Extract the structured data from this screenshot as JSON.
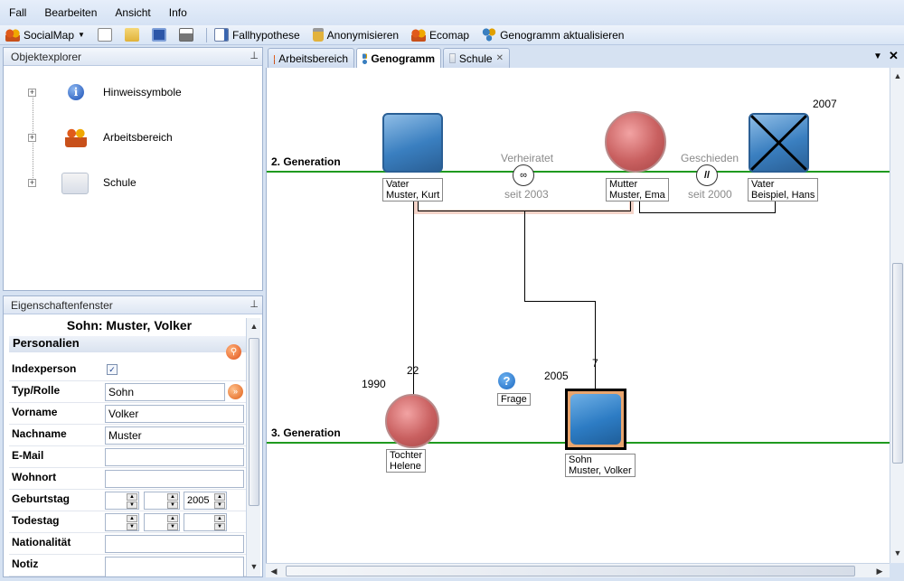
{
  "menu": [
    "Fall",
    "Bearbeiten",
    "Ansicht",
    "Info"
  ],
  "toolbar": {
    "socialmap": "SocialMap",
    "fallhypothese": "Fallhypothese",
    "anonymisieren": "Anonymisieren",
    "ecomap": "Ecomap",
    "genogramm_aktualisieren": "Genogramm aktualisieren"
  },
  "explorer": {
    "title": "Objektexplorer",
    "items": [
      {
        "label": "Hinweissymbole",
        "icon": "info-icon"
      },
      {
        "label": "Arbeitsbereich",
        "icon": "people-icon"
      },
      {
        "label": "Schule",
        "icon": "folder-icon"
      }
    ]
  },
  "props": {
    "title": "Eigenschaftenfenster",
    "heading": "Sohn: Muster, Volker",
    "section": "Personalien",
    "indexperson_label": "Indexperson",
    "typ_label": "Typ/Rolle",
    "typ_value": "Sohn",
    "vorname_label": "Vorname",
    "vorname_value": "Volker",
    "nachname_label": "Nachname",
    "nachname_value": "Muster",
    "email_label": "E-Mail",
    "wohnort_label": "Wohnort",
    "geburtstag_label": "Geburtstag",
    "geburtstag_year": "2005",
    "todestag_label": "Todestag",
    "nationalitaet_label": "Nationalität",
    "notiz_label": "Notiz"
  },
  "tabs": [
    {
      "label": "Arbeitsbereich"
    },
    {
      "label": "Genogramm"
    },
    {
      "label": "Schule"
    }
  ],
  "genogram": {
    "gen2": "2. Generation",
    "gen3": "3. Generation",
    "father1": [
      "Vater",
      "Muster, Kurt"
    ],
    "mother": [
      "Mutter",
      "Muster, Ema"
    ],
    "father2": [
      "Vater",
      "Beispiel, Hans"
    ],
    "father2_year": "2007",
    "married": "Verheiratet",
    "married_since": "seit 2003",
    "divorced": "Geschieden",
    "divorced_since": "seit 2000",
    "daughter": [
      "Tochter",
      "Helene"
    ],
    "daughter_year": "1990",
    "daughter_age": "22",
    "son": [
      "Sohn",
      "Muster, Volker"
    ],
    "son_year": "2005",
    "son_age": "7",
    "question": "Frage"
  },
  "colors": {
    "male": "#3a7fc0",
    "female": "#c96060",
    "generation_line": "#1f9a1f"
  }
}
